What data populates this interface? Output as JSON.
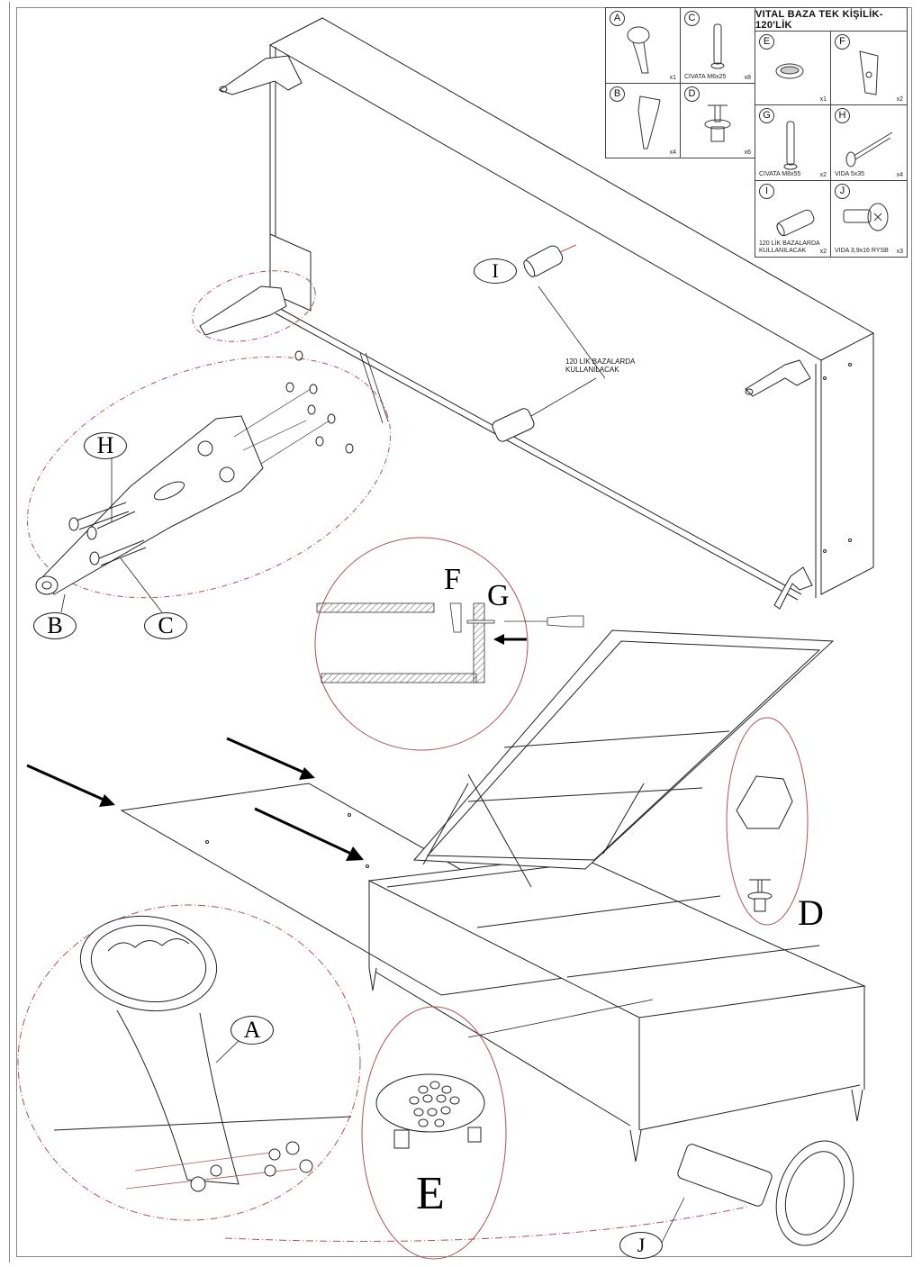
{
  "document": {
    "type": "assembly-instructions",
    "product_title": "VITAL BAZA TEK KİŞİLİK-120'LİK"
  },
  "parts": [
    {
      "id": "A",
      "name": "",
      "qty": "x1",
      "icon": "lift-mechanism-bracket-icon"
    },
    {
      "id": "B",
      "name": "",
      "qty": "x4",
      "icon": "furniture-leg-icon"
    },
    {
      "id": "C",
      "name": "CIVATA M6x25",
      "qty": "x8",
      "icon": "bolt-icon"
    },
    {
      "id": "D",
      "name": "",
      "qty": "x6",
      "icon": "push-rivet-icon"
    },
    {
      "id": "E",
      "name": "",
      "qty": "x1",
      "icon": "vent-grille-icon"
    },
    {
      "id": "F",
      "name": "",
      "qty": "x2",
      "icon": "wedge-block-icon"
    },
    {
      "id": "G",
      "name": "CIVATA M8x55",
      "qty": "x2",
      "icon": "long-bolt-icon"
    },
    {
      "id": "H",
      "name": "VIDA 5x35",
      "qty": "x4",
      "icon": "wood-screw-icon"
    },
    {
      "id": "I",
      "name": "120 LİK BAZALARDA KULLANILACAK",
      "qty": "x2",
      "icon": "connector-barrel-icon"
    },
    {
      "id": "J",
      "name": "VIDA 3,9x16 RYSB",
      "qty": "x3",
      "icon": "cam-screw-icon"
    }
  ],
  "callouts": {
    "I": "I",
    "H": "H",
    "B": "B",
    "C": "C",
    "F": "F",
    "G": "G",
    "D": "D",
    "A": "A",
    "E": "E",
    "J": "J"
  },
  "notes": {
    "connector_note_line1": "120 LİK BAZALARDA",
    "connector_note_line2": "KULLANILACAK"
  },
  "colors": {
    "line": "#222222",
    "detail_circle": "#b0505a",
    "frame": "#888888"
  }
}
